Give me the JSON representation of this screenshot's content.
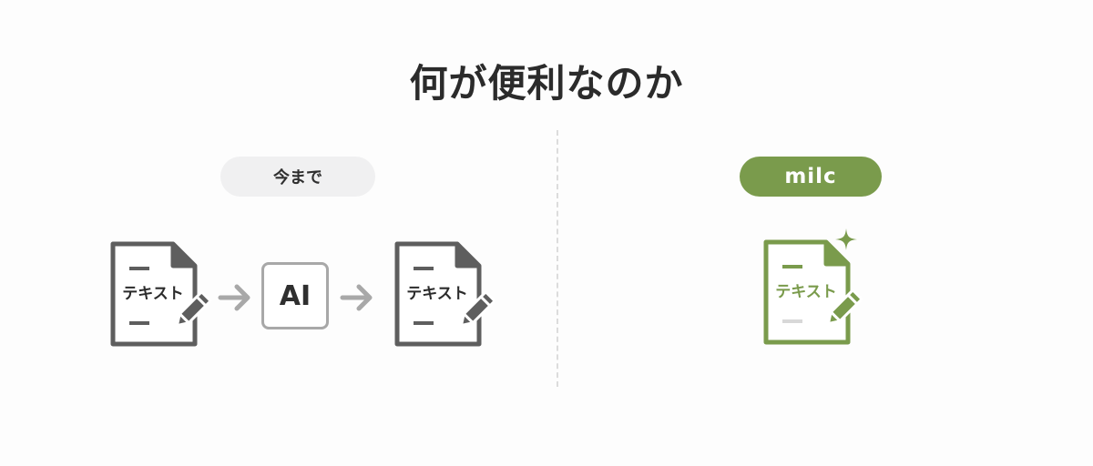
{
  "title": "何が便利なのか",
  "left": {
    "badge": "今まで",
    "doc1_label": "テキスト",
    "ai_label": "AI",
    "doc2_label": "テキスト"
  },
  "right": {
    "badge": "milc",
    "doc_label": "テキスト"
  },
  "colors": {
    "dark": "#5e5e5e",
    "gray_arrow": "#a8a8a8",
    "green": "#7a9b4c",
    "badge_gray": "#f0f0f1"
  },
  "icons": [
    "document-icon",
    "pencil-icon",
    "arrow-right-icon",
    "sparkle-icon"
  ]
}
